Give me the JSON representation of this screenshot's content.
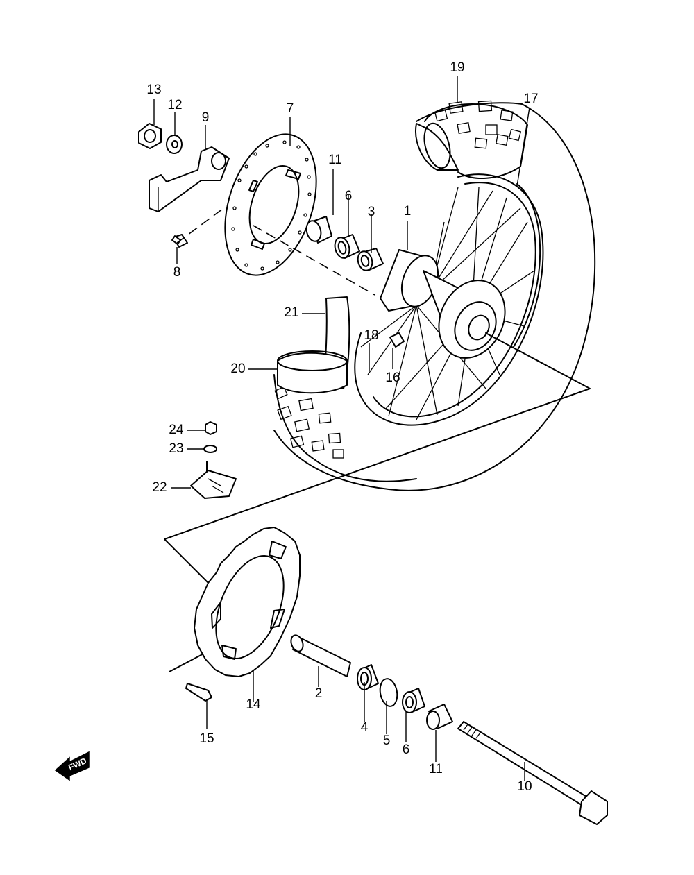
{
  "fwd_badge": {
    "label": "FWD"
  },
  "callouts": [
    {
      "id": "p1",
      "label": "1"
    },
    {
      "id": "p2",
      "label": "2"
    },
    {
      "id": "p3",
      "label": "3"
    },
    {
      "id": "p4",
      "label": "4"
    },
    {
      "id": "p5",
      "label": "5"
    },
    {
      "id": "p6a",
      "label": "6"
    },
    {
      "id": "p6b",
      "label": "6"
    },
    {
      "id": "p7",
      "label": "7"
    },
    {
      "id": "p8",
      "label": "8"
    },
    {
      "id": "p9",
      "label": "9"
    },
    {
      "id": "p10",
      "label": "10"
    },
    {
      "id": "p11a",
      "label": "11"
    },
    {
      "id": "p11b",
      "label": "11"
    },
    {
      "id": "p12",
      "label": "12"
    },
    {
      "id": "p13",
      "label": "13"
    },
    {
      "id": "p14",
      "label": "14"
    },
    {
      "id": "p15",
      "label": "15"
    },
    {
      "id": "p16",
      "label": "16"
    },
    {
      "id": "p17",
      "label": "17"
    },
    {
      "id": "p18",
      "label": "18"
    },
    {
      "id": "p19",
      "label": "19"
    },
    {
      "id": "p20",
      "label": "20"
    },
    {
      "id": "p21",
      "label": "21"
    },
    {
      "id": "p22",
      "label": "22"
    },
    {
      "id": "p23",
      "label": "23"
    },
    {
      "id": "p24",
      "label": "24"
    }
  ]
}
